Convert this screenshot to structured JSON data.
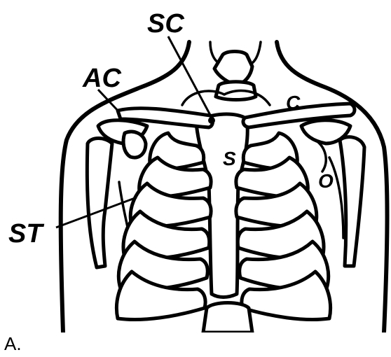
{
  "figure": {
    "caption": "A.",
    "labels": {
      "sc": "SC",
      "ac": "AC",
      "c": "C",
      "s": "S",
      "o": "O",
      "st": "ST"
    },
    "colors": {
      "ink": "#000000",
      "paper": "#ffffff"
    }
  }
}
